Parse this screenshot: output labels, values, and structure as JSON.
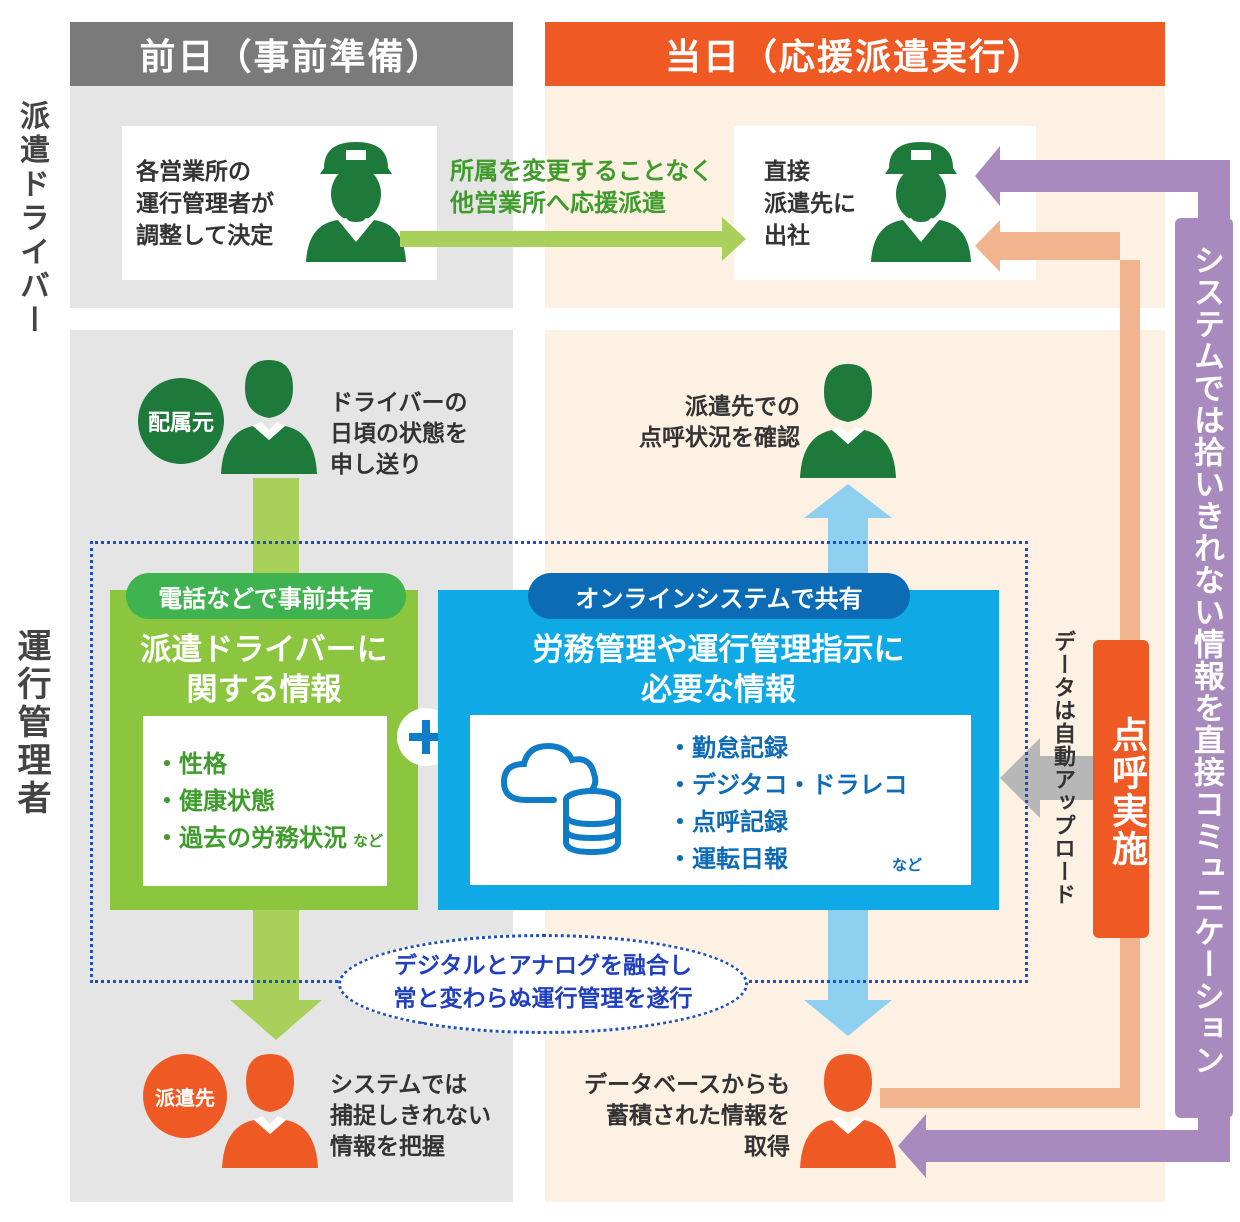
{
  "headers": {
    "left": "前日（事前準備）",
    "right": "当日（応援派遣実行）"
  },
  "row_labels": {
    "driver": "派遣ドライバー",
    "manager": "運行管理者"
  },
  "driver_row": {
    "left_box": "各営業所の\n運行管理者が\n調整して決定",
    "arrow_caption": "所属を変更することなく\n他営業所へ応援派遣",
    "right_box": "直接\n派遣先に\n出社"
  },
  "top_left": {
    "badge": "配属元",
    "text": "ドライバーの\n日頃の状態を\n申し送り"
  },
  "top_right": {
    "text": "派遣先での\n点呼状況を確認"
  },
  "green_panel": {
    "pill": "電話などで事前共有",
    "title": "派遣ドライバーに\n関する情報",
    "items": [
      "・性格",
      "・健康状態",
      "・過去の労務状況"
    ],
    "etc": "など"
  },
  "blue_panel": {
    "pill": "オンラインシステムで共有",
    "title": "労務管理や運行管理指示に\n必要な情報",
    "items": [
      "・勤怠記録",
      "・デジタコ・ドラレコ",
      "・点呼記録",
      "・運転日報"
    ],
    "etc": "など"
  },
  "fusion_text": "デジタルとアナログを融合し\n常と変わらぬ運行管理を遂行",
  "upload_text": "データは自動アップロード",
  "tenko": "点呼実施",
  "system_comm": "システムでは拾いきれない情報を直接コミュニケーション",
  "bottom_left": {
    "badge": "派遣先",
    "text": "システムでは\n捕捉しきれない\n情報を把握"
  },
  "bottom_right": {
    "text": "データベースからも\n蓄積された情報を\n取得"
  },
  "colors": {
    "gray_header": "#7a7a7a",
    "orange_header": "#ef5a24",
    "green_dark": "#1e7a3a",
    "green_light": "#8cc63f",
    "green_arrow": "#a8d05a",
    "blue": "#0fa9e6",
    "light_blue": "#8fd0f0",
    "purple": "#a98abf",
    "salmon": "#f2b48f",
    "orange": "#ef5a24"
  }
}
